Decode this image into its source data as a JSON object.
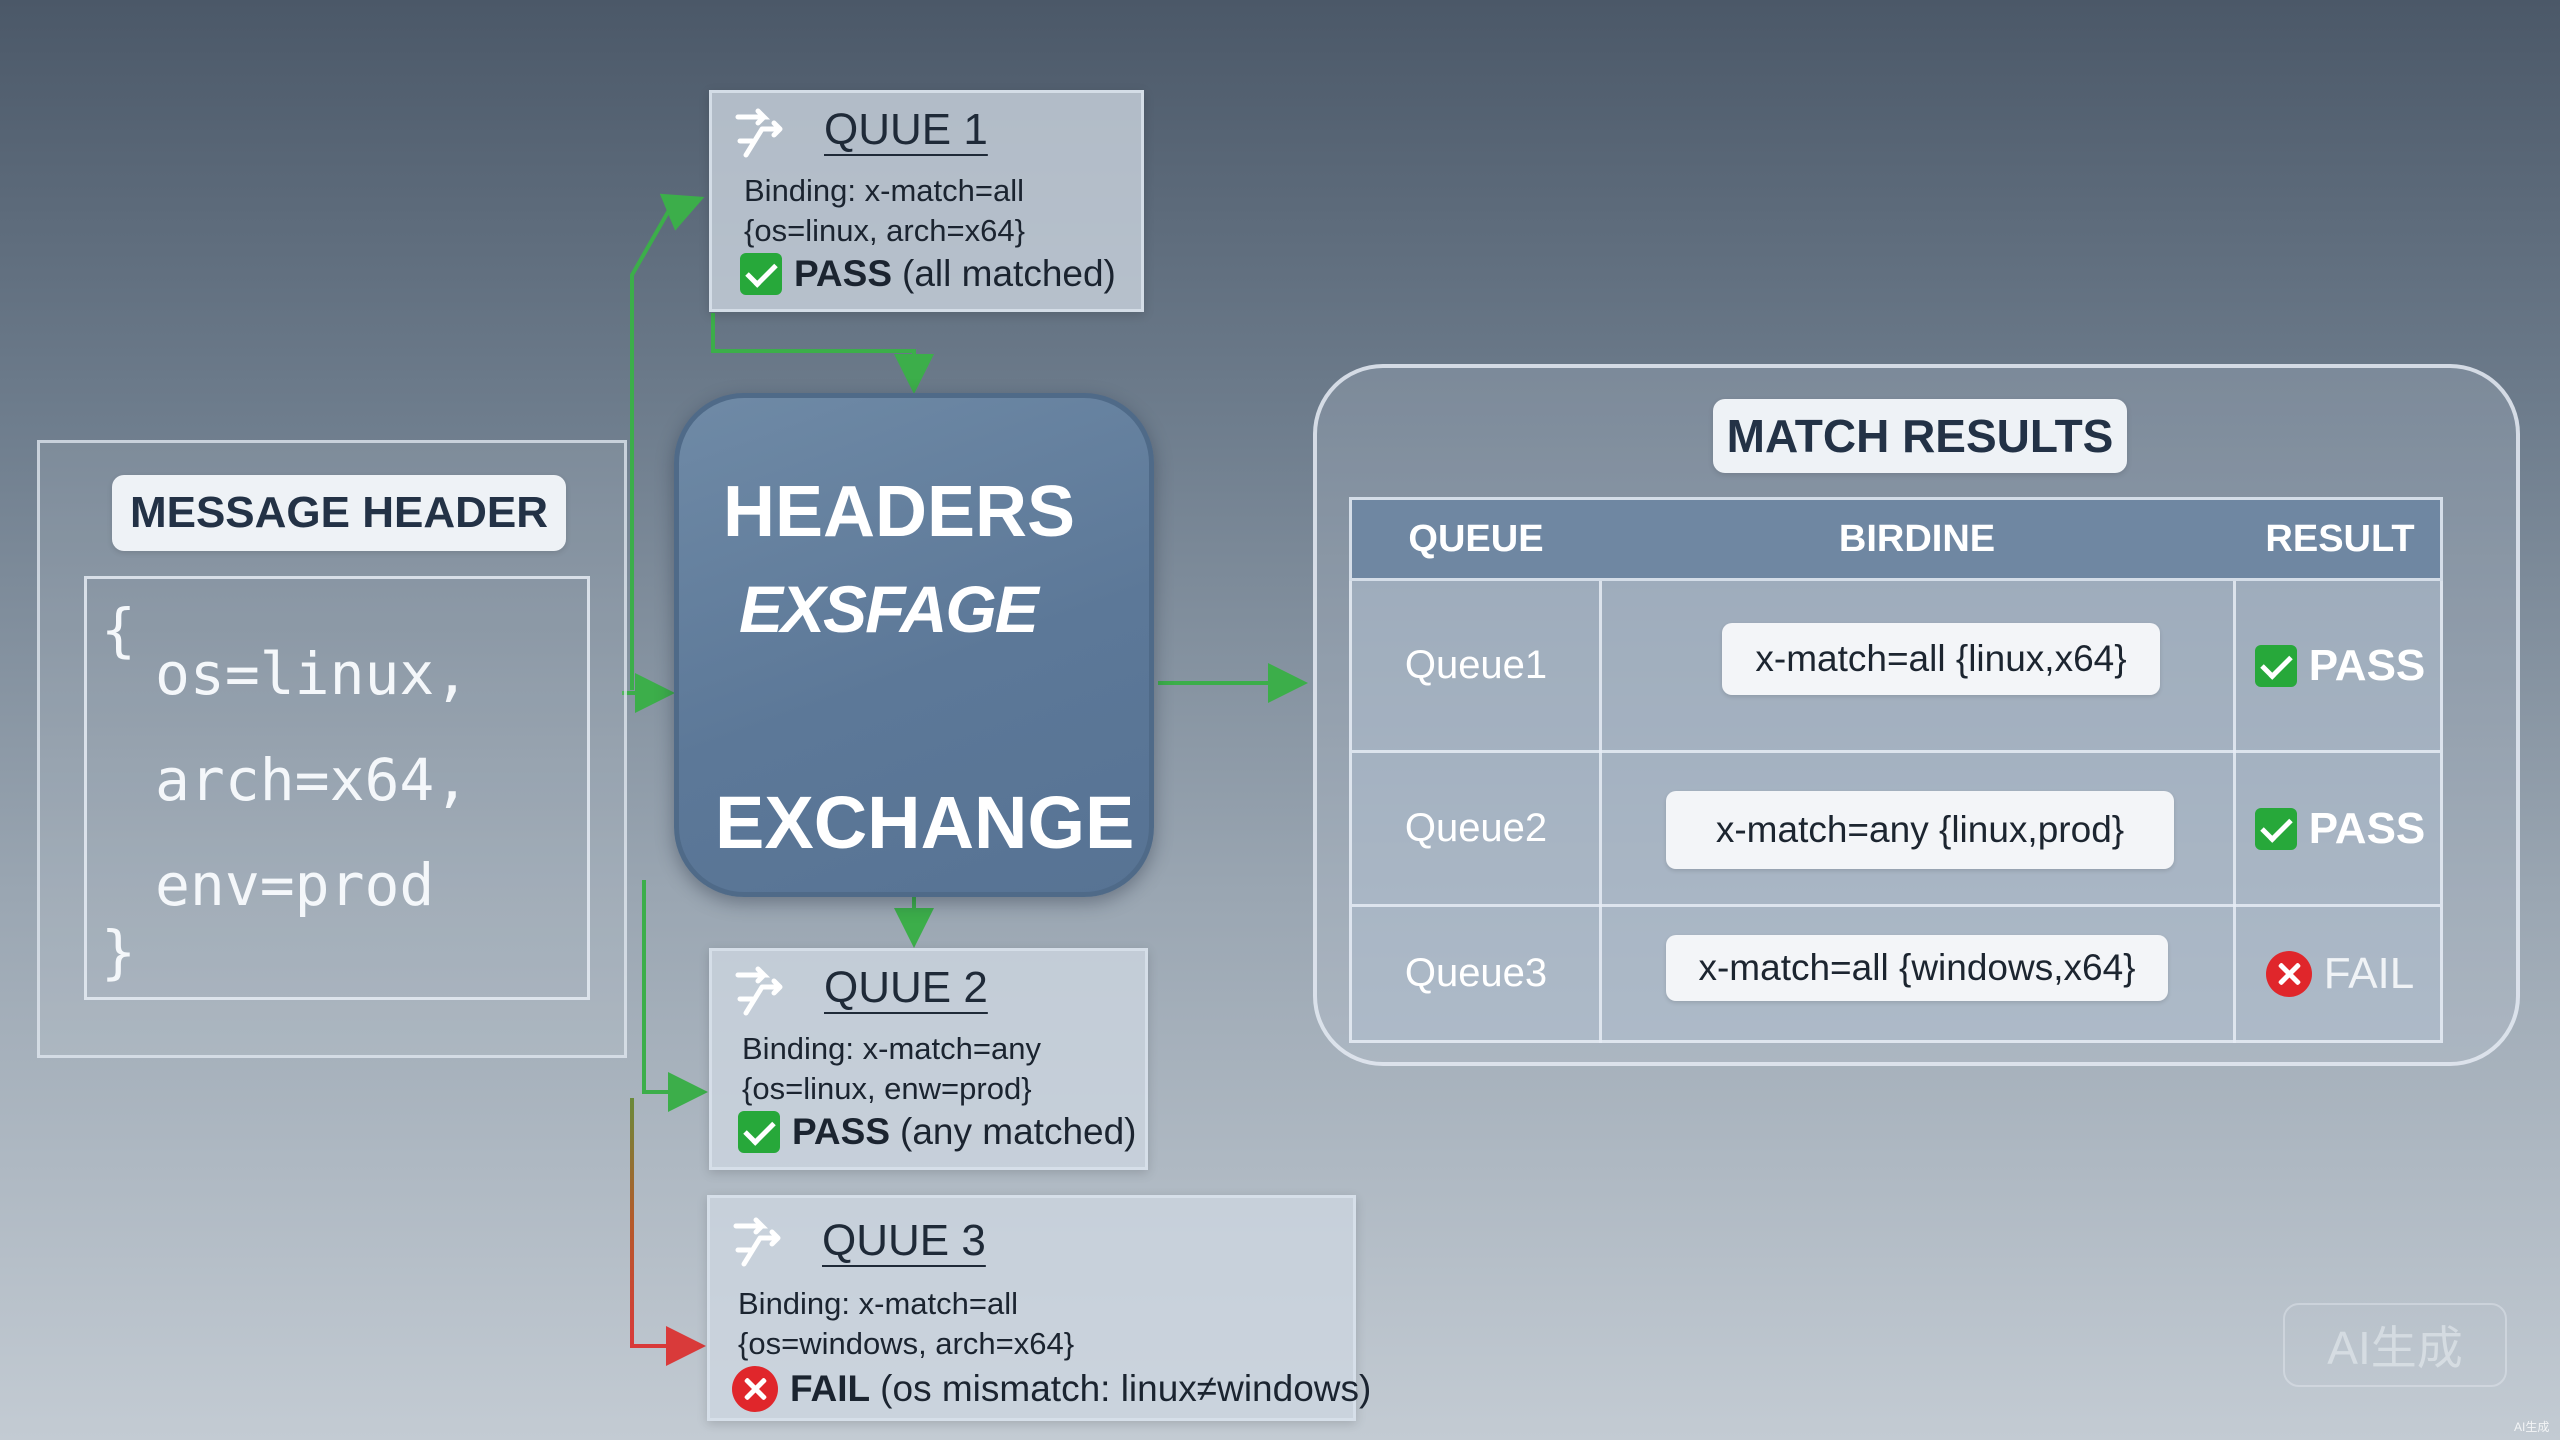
{
  "message_header": {
    "title": "MESSAGE HEADER",
    "lines": [
      "{",
      "os=linux,",
      "arch=x64,",
      "env=prod",
      "}"
    ]
  },
  "exchange": {
    "line1": "HEADERS",
    "line2": "EXSFAGE",
    "line3": "EXCHANGE"
  },
  "queues": [
    {
      "title": "QUUE 1",
      "binding": "Binding: x-match=all",
      "args": "{os=linux, arch=x64}",
      "result_word": "PASS",
      "result_note": "(all matched)",
      "status": "pass"
    },
    {
      "title": "QUUE 2",
      "binding": "Binding: x-match=any",
      "args": "{os=linux, enw=prod}",
      "result_word": "PASS",
      "result_note": "(any matched)",
      "status": "pass"
    },
    {
      "title": "QUUE 3",
      "binding": "Binding: x-match=all",
      "args": "{os=windows, arch=x64}",
      "result_word": "FAIL",
      "result_note": "(os mismatch: linux≠windows)",
      "status": "fail"
    }
  ],
  "results": {
    "title": "MATCH RESULTS",
    "columns": [
      "QUEUE",
      "BIRDINE",
      "RESULT"
    ],
    "rows": [
      {
        "queue": "Queue1",
        "binding": "x-match=all {linux,x64}",
        "result": "PASS",
        "status": "pass"
      },
      {
        "queue": "Queue2",
        "binding": "x-match=any {linux,prod}",
        "result": "PASS",
        "status": "pass"
      },
      {
        "queue": "Queue3",
        "binding": "x-match=all {windows,x64}",
        "result": "FAIL",
        "status": "fail"
      }
    ]
  },
  "watermark": "AI生成",
  "corner_tag": "AI生成",
  "colors": {
    "pass_arrow": "#3cae4a",
    "fail_arrow": "#d93a3a",
    "exchange_fill": "#5f7b9b",
    "pass_icon": "#27a83a",
    "fail_icon": "#e0262b"
  }
}
